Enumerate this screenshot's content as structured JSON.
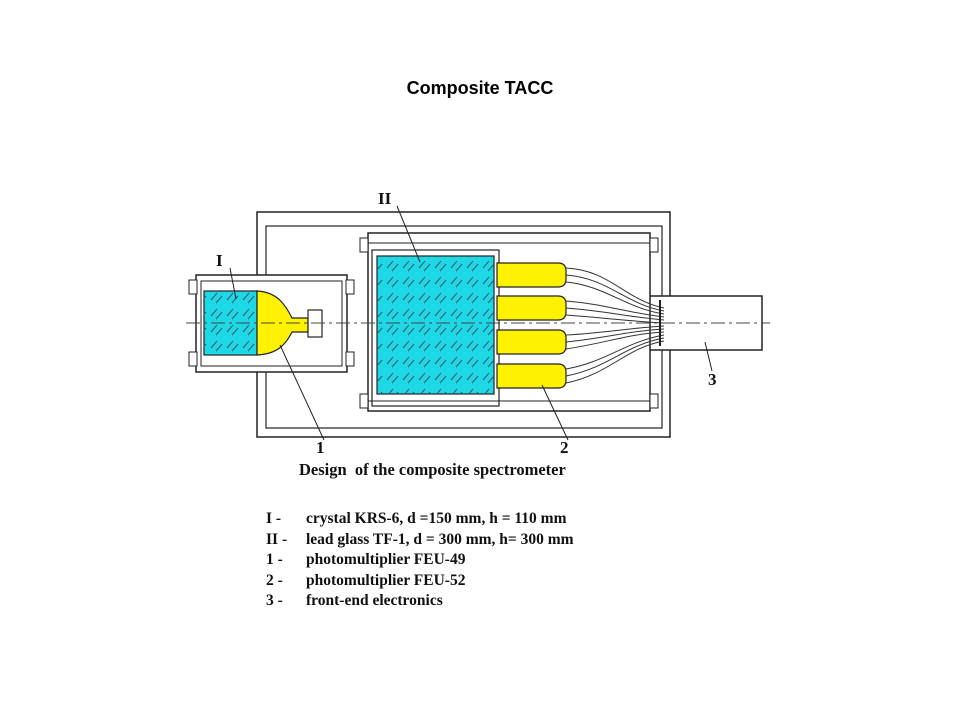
{
  "title": "Composite TACC",
  "diagram": {
    "caption": "Design  of the composite spectrometer",
    "callouts": {
      "crystal": "I",
      "lead_glass": "II",
      "pmt_small": "1",
      "pmt_large": "2",
      "electronics": "3"
    }
  },
  "colors": {
    "scintillator": "#1ed8e6",
    "photomultiplier": "#fff200",
    "line": "#222222"
  },
  "legend": [
    {
      "key": "I  -",
      "text": "crystal KRS-6, d =150 mm, h = 110 mm"
    },
    {
      "key": "II  -",
      "text": "lead glass TF-1, d = 300 mm, h= 300 mm"
    },
    {
      "key": "1 -",
      "text": "photomultiplier FEU-49"
    },
    {
      "key": "2 -",
      "text": "photomultiplier FEU-52"
    },
    {
      "key": "3 -",
      "text": "front-end electronics"
    }
  ]
}
